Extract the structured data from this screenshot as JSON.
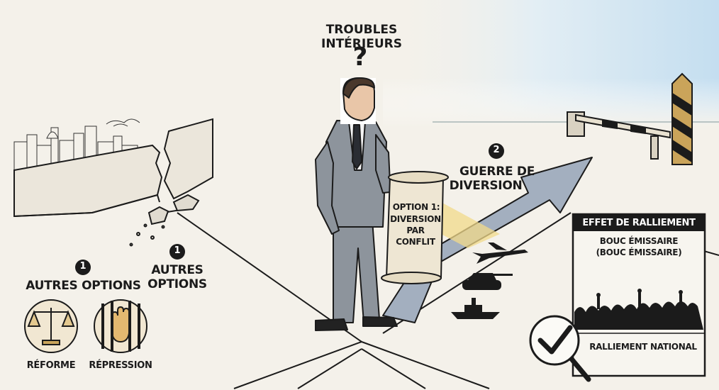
{
  "title": "TROUBLES INTÉRIEURS",
  "question_mark": "?",
  "left": {
    "badge_1": "1",
    "options_label": "AUTRES OPTIONS",
    "badge_2": "1",
    "options_label_2_line1": "AUTRES",
    "options_label_2_line2": "OPTIONS",
    "reform_label": "RÉFORME",
    "repression_label": "RÉPRESSION",
    "reform_icon": "scales-icon",
    "repression_icon": "raised-hand-behind-bars-icon"
  },
  "scroll": {
    "line1": "OPTION 1:",
    "line2": "DIVERSION",
    "line3": "PAR",
    "line4": "CONFLIT"
  },
  "diversion": {
    "badge": "2",
    "line1": "GUERRE DE",
    "line2": "DIVERSION",
    "icons": [
      "fighter-jet-icon",
      "tank-icon",
      "warship-icon"
    ]
  },
  "rally_panel": {
    "header": "EFFET DE RALLIEMENT",
    "line1": "BOUC ÉMISSAIRE",
    "line2": "(BOUC ÉMISSAIRE)",
    "footer": "RALLIEMENT NATIONAL",
    "icon": "checkmark-magnifier-icon"
  },
  "colors": {
    "ink": "#1b1b1b",
    "paper": "#f4f1ea",
    "sky": "#cfe4f1",
    "suit": "#8d949c",
    "arrow": "#9aa6b6",
    "scroll": "#eee6d3",
    "barrier_stripe": "#caa45a"
  }
}
